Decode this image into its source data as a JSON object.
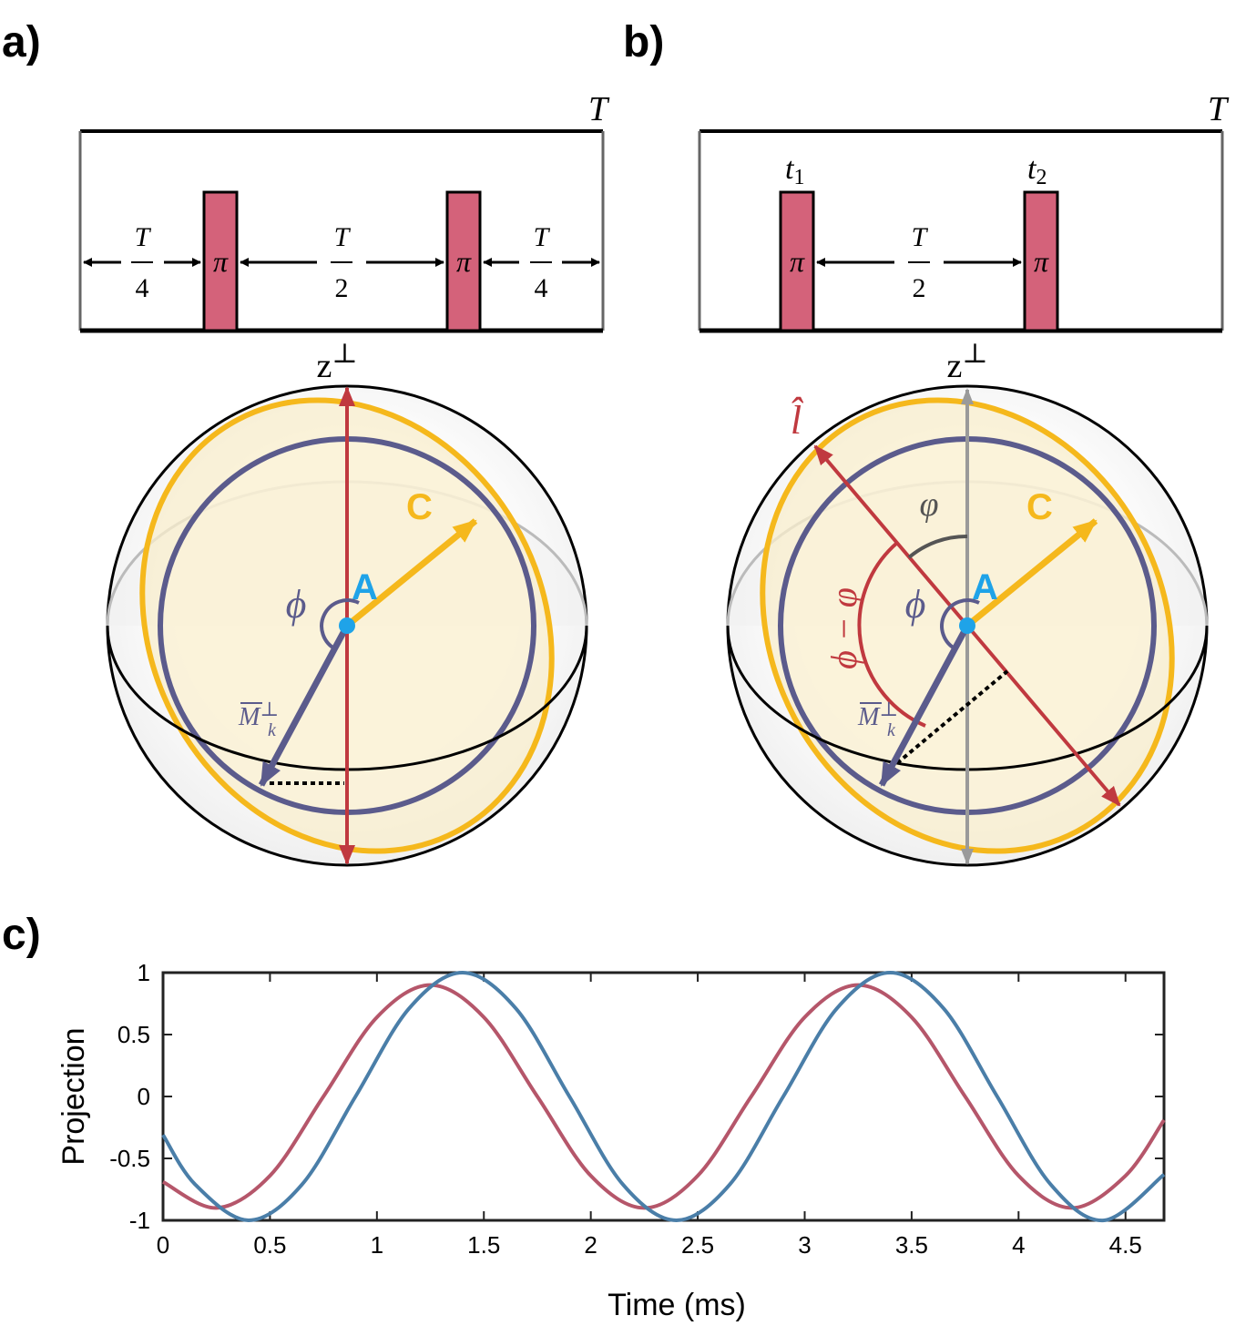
{
  "panels": {
    "a": {
      "label": "a)",
      "sequence": {
        "period_label": "T",
        "pulse_label": "π",
        "frac_num": "T",
        "frac_den_quarter": "4",
        "frac_den_half": "2"
      },
      "sphere": {
        "axis_label": "z",
        "axis_sup": "⊥",
        "c_label": "C",
        "a_label": "A",
        "phi_label": "ϕ",
        "m_label": "M",
        "m_sup": "⊥",
        "m_sub": "k"
      }
    },
    "b": {
      "label": "b)",
      "sequence": {
        "period_label": "T",
        "pulse_label": "π",
        "t1_label": "t",
        "t1_sub": "1",
        "t2_label": "t",
        "t2_sub": "2",
        "frac_num": "T",
        "frac_den_half": "2"
      },
      "sphere": {
        "axis_label": "z",
        "axis_sup": "⊥",
        "l_label": "l̂",
        "varphi_label": "φ",
        "phi_minus_varphi_label": "ϕ − φ",
        "c_label": "C",
        "a_label": "A",
        "phi_label": "ϕ",
        "m_label": "M",
        "m_sup": "⊥",
        "m_sub": "k"
      }
    },
    "c": {
      "label": "c)"
    }
  },
  "colors": {
    "pulse": "#d4627a",
    "red_axis": "#c0393f",
    "gold": "#f5b81c",
    "purple": "#5b5b8c",
    "blue_dot": "#1fa3e8",
    "gray_axis": "#9a9a9a",
    "series_red": "#b5566a",
    "series_blue": "#4a7ea8"
  },
  "chart_data": {
    "type": "line",
    "xlabel": "Time (ms)",
    "ylabel": "Projection",
    "xlim": [
      0,
      4.68
    ],
    "ylim": [
      -1,
      1
    ],
    "xticks": [
      "0",
      "0.5",
      "1",
      "1.5",
      "2",
      "2.5",
      "3",
      "3.5",
      "4",
      "4.5"
    ],
    "xtick_values": [
      0,
      0.5,
      1,
      1.5,
      2,
      2.5,
      3,
      3.5,
      4,
      4.5
    ],
    "yticks": [
      "-1",
      "-0.5",
      "0",
      "0.5",
      "1"
    ],
    "ytick_values": [
      -1,
      -0.5,
      0,
      0.5,
      1
    ],
    "grid": false,
    "series": [
      {
        "color": "#b5566a",
        "x": [
          0,
          0.25,
          0.5,
          0.75,
          1.0,
          1.25,
          1.5,
          1.75,
          2.0,
          2.25,
          2.5,
          2.75,
          3.0,
          3.25,
          3.5,
          3.75,
          4.0,
          4.25,
          4.5,
          4.68
        ],
        "y": [
          -0.69,
          -0.9,
          -0.64,
          0.0,
          0.64,
          0.9,
          0.64,
          0.0,
          -0.64,
          -0.9,
          -0.64,
          0.0,
          0.64,
          0.9,
          0.64,
          0.0,
          -0.64,
          -0.9,
          -0.64,
          -0.19
        ]
      },
      {
        "color": "#4a7ea8",
        "x": [
          0,
          0.15,
          0.4,
          0.65,
          0.9,
          1.15,
          1.4,
          1.65,
          1.9,
          2.15,
          2.4,
          2.65,
          2.9,
          3.15,
          3.4,
          3.65,
          3.9,
          4.15,
          4.4,
          4.68
        ],
        "y": [
          -0.31,
          -0.71,
          -1.0,
          -0.71,
          0.0,
          0.71,
          1.0,
          0.71,
          0.0,
          -0.71,
          -1.0,
          -0.71,
          0.0,
          0.71,
          1.0,
          0.71,
          0.0,
          -0.71,
          -1.0,
          -0.63
        ]
      }
    ]
  }
}
